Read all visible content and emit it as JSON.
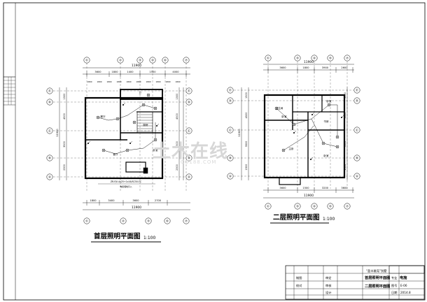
{
  "titles": {
    "plan1_title": "首层照明平面图",
    "plan1_scale": "1:100",
    "plan2_title": "二层照明平面图",
    "plan2_scale": "1:100"
  },
  "plan1": {
    "total_width_top": "11900",
    "total_width_bottom": "11900",
    "grid_top": [
      "①",
      "②",
      "③",
      "④",
      "⑥",
      "⑦"
    ],
    "grid_bottom": [
      "①",
      "②",
      "③",
      "⑥",
      "⑦"
    ],
    "grid_left": [
      "Ⓔ",
      "Ⓓ",
      "Ⓒ",
      "Ⓑ",
      "Ⓐ"
    ],
    "grid_right": [
      "Ⓔ",
      "Ⓓ",
      "Ⓒ",
      "Ⓑ",
      "Ⓐ"
    ],
    "dims_top": [
      "3600",
      "1800",
      "1400",
      "1500",
      "4000"
    ],
    "dims_bottom": [
      "1800",
      "3400",
      "3600",
      "2700"
    ],
    "rooms": [
      "餐厅",
      "厨房",
      "卫",
      "客厅",
      "卧室"
    ],
    "note": "ZR-YJV-4x25+1x16/SC50-FC"
  },
  "plan2": {
    "total_width_top": "11900",
    "total_width_bottom": "11900",
    "grid_top": [
      "①",
      "③",
      "④",
      "⑤",
      "⑦"
    ],
    "grid_bottom": [
      "①",
      "③",
      "④",
      "⑤",
      "⑦"
    ],
    "grid_left": [
      "Ⓔ",
      "Ⓓ",
      "Ⓒ",
      "Ⓑ",
      "Ⓐ"
    ],
    "grid_right": [
      "Ⓔ",
      "Ⓓ",
      "Ⓒ",
      "Ⓑ",
      "Ⓐ"
    ],
    "dims_top": [
      "3600",
      "1800",
      "3900",
      "2600"
    ],
    "dims_bottom": [
      "3600",
      "1500",
      "3200",
      "3600"
    ],
    "rooms": [
      "卫生间",
      "卧室",
      "卧室",
      "主卧",
      "卧室",
      "书房"
    ]
  },
  "title_block": {
    "project": "“盈丰雅苑”别墅",
    "part": "电施",
    "drawing_name_1": "首层照明平面图",
    "drawing_name_2": "二层照明平面图",
    "sheet": "E-06",
    "date": "2014.8",
    "labels": [
      "审定",
      "审核",
      "设计",
      "制图",
      "校对",
      "专业",
      "图号",
      "日期"
    ]
  },
  "watermark": {
    "main": "土木在线",
    "sub": "CO188.COM"
  }
}
